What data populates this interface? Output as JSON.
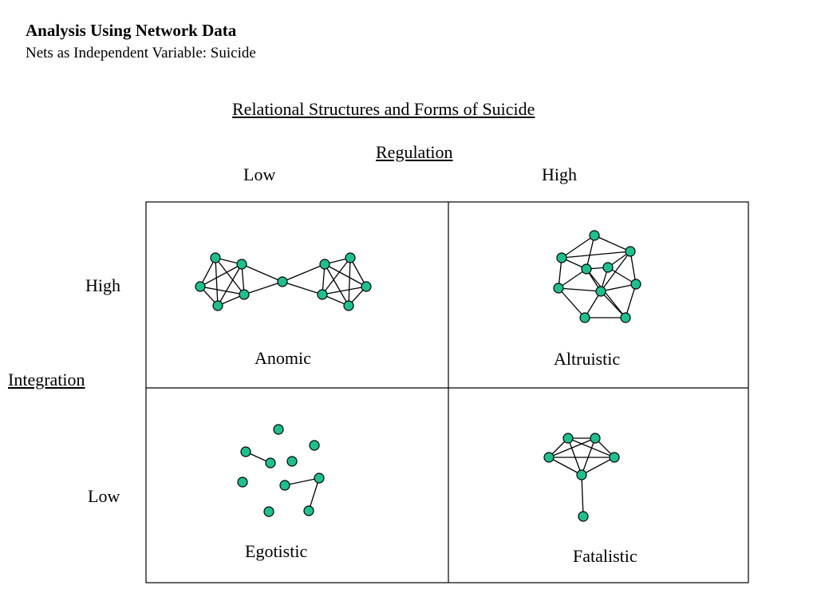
{
  "header": {
    "title": "Analysis Using Network Data",
    "subtitle": "Nets as Independent Variable: Suicide"
  },
  "diagram": {
    "title": "Relational Structures and Forms of Suicide",
    "column_axis": {
      "label": "Regulation",
      "low": "Low",
      "high": "High"
    },
    "row_axis": {
      "label": "Integration",
      "high": "High",
      "low": "Low"
    },
    "cells": {
      "anomic": "Anomic",
      "altruistic": "Altruistic",
      "egotistic": "Egotistic",
      "fatalistic": "Fatalistic"
    },
    "colors": {
      "node_fill": "#1fbf8f",
      "node_stroke": "#000000",
      "edge": "#000000",
      "grid": "#000000"
    }
  }
}
